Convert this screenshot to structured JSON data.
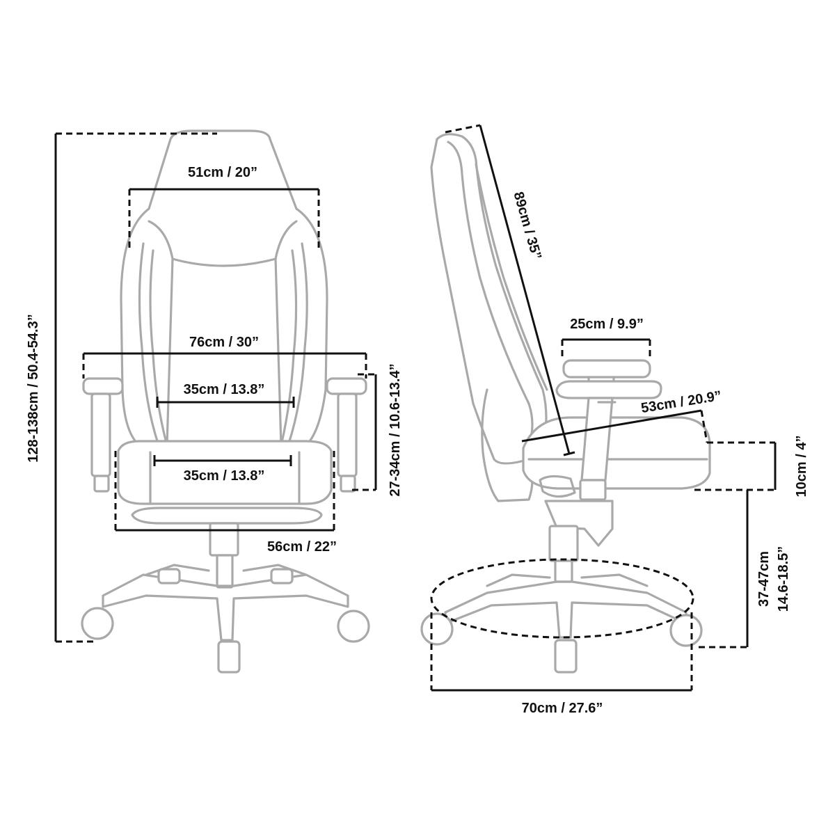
{
  "front_view": {
    "total_height": "128-138cm / 50.4-54.3”",
    "headrest_width": "51cm / 20”",
    "overall_width": "76cm / 30”",
    "backrest_width": "35cm / 13.8”",
    "seat_width": "35cm / 13.8”",
    "base_width": "56cm / 22”",
    "armrest_height": "27-34cm / 10.6-13.4”"
  },
  "side_view": {
    "backrest_height": "89cm / 35”",
    "armrest_length": "25cm / 9.9”",
    "seat_depth": "53cm / 20.9”",
    "seat_thickness": "10cm / 4”",
    "seat_height_line1": "37-47cm",
    "seat_height_line2": "14.6-18.5”",
    "base_diameter": "70cm / 27.6”"
  }
}
